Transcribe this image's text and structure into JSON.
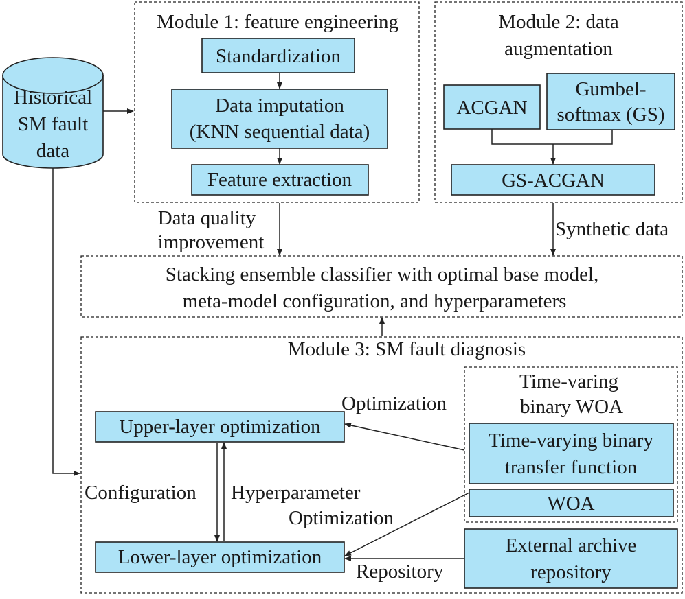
{
  "modules": {
    "m1_title": "Module 1: feature engineering",
    "m2_title_1": "Module 2: data",
    "m2_title_2": "augmentation",
    "m3_title": "Module 3: SM fault diagnosis"
  },
  "nodes": {
    "historical_1": "Historical",
    "historical_2": "SM fault",
    "historical_3": "data",
    "standardization": "Standardization",
    "imputation_1": "Data imputation",
    "imputation_2": "(KNN sequential data)",
    "feature_extraction": "Feature extraction",
    "acgan": "ACGAN",
    "gumbel_1": "Gumbel-",
    "gumbel_2": "softmax (GS)",
    "gs_acgan": "GS-ACGAN",
    "stacking_1": "Stacking ensemble classifier with optimal base model,",
    "stacking_2": "meta-model configuration, and hyperparameters",
    "upper": "Upper-layer optimization",
    "lower": "Lower-layer optimization",
    "tvbwoa_1": "Time-varing",
    "tvbwoa_2": "binary WOA",
    "tvbtf_1": "Time-varying binary",
    "tvbtf_2": "transfer function",
    "woa": "WOA",
    "archive_1": "External archive",
    "archive_2": "repository"
  },
  "labels": {
    "dq_1": "Data quality",
    "dq_2": "improvement",
    "synthetic": "Synthetic data",
    "optimization_top": "Optimization",
    "configuration": "Configuration",
    "hyperparameter": "Hyperparameter",
    "optimization_mid": "Optimization",
    "repository": "Repository"
  }
}
